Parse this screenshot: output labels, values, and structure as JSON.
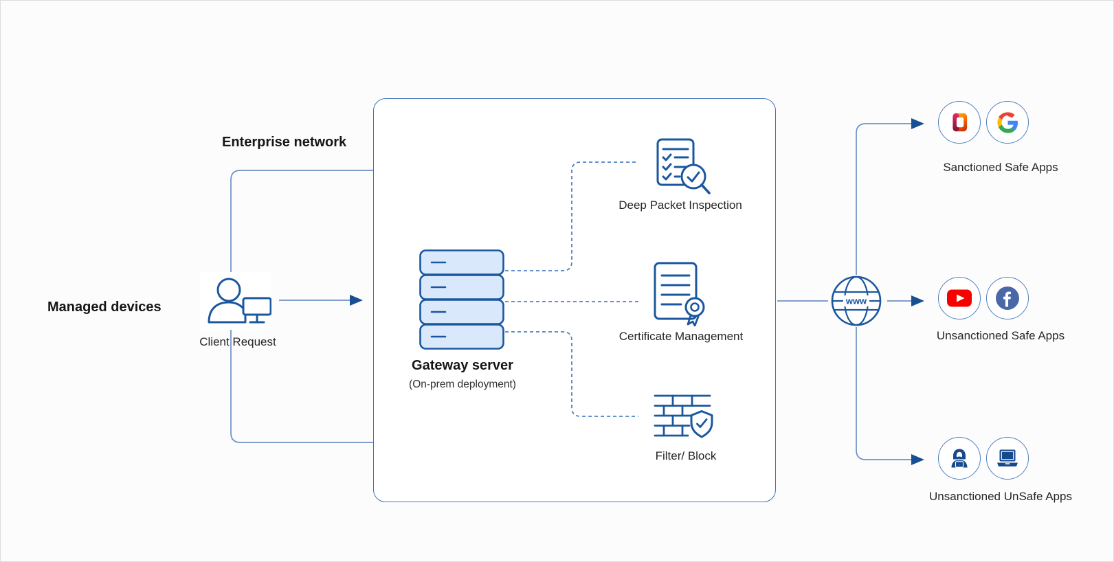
{
  "colors": {
    "icon_blue": "#1a579f",
    "solid_icon_blue": "#174a8c",
    "connector_blue": "#6e90c4",
    "dashed_blue": "#4d80c4",
    "arrowhead_blue": "#174f91",
    "server_fill_light_blue": "#d9e9fb",
    "box_border_blue": "#3a74ba",
    "app_circle_outline_blue": "#4f7fc0",
    "youtube_red": "#f70000",
    "facebook_blue": "#4a68a7",
    "text_color": "#262626"
  },
  "left": {
    "managed_devices_label": "Managed devices",
    "enterprise_network_label": "Enterprise network",
    "client": {
      "label": "Client Request",
      "icon": "user-with-monitor-icon"
    }
  },
  "gateway": {
    "title": "Gateway server",
    "subtitle": "(On-prem deployment)",
    "icon": "server-stack-icon",
    "services": [
      {
        "label": "Deep Packet Inspection",
        "icon": "checklist-magnifier-icon"
      },
      {
        "label": "Certificate Management",
        "icon": "certificate-seal-icon"
      },
      {
        "label": "Filter/ Block",
        "icon": "firewall-shield-icon"
      }
    ]
  },
  "internet": {
    "label": "www",
    "icon": "globe-icon"
  },
  "app_groups": [
    {
      "label": "Sanctioned Safe Apps",
      "apps": [
        "Microsoft Office",
        "Google"
      ]
    },
    {
      "label": "Unsanctioned Safe Apps",
      "apps": [
        "YouTube",
        "Facebook"
      ]
    },
    {
      "label": "Unsanctioned UnSafe Apps",
      "apps": [
        "Hacker",
        "Laptop"
      ]
    }
  ]
}
